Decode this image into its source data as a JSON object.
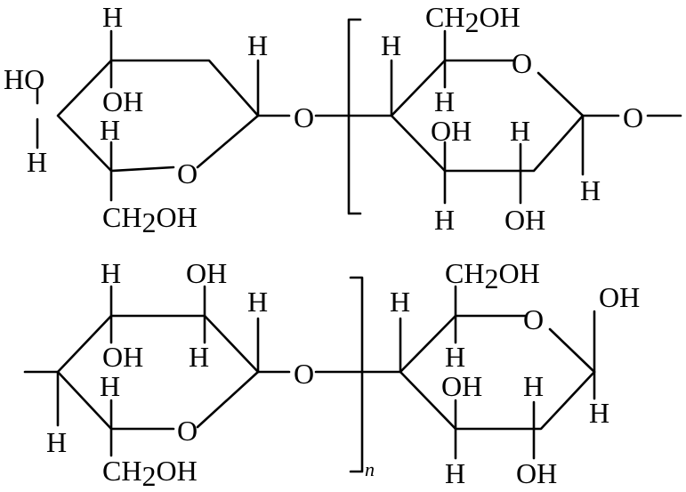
{
  "labels": {
    "H": "H",
    "O": "O",
    "OH": "OH",
    "HO": "HO",
    "CH": "CH",
    "two": "2",
    "n": "n"
  }
}
